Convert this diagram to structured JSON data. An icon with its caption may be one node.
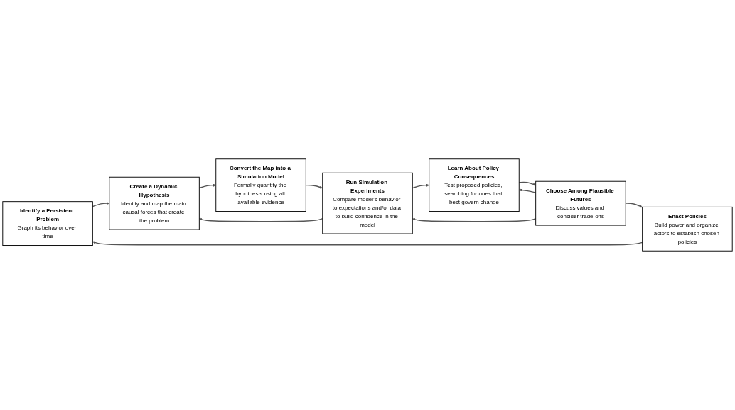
{
  "diagram": {
    "nodes": [
      {
        "text": [
          "Identify a Persistent Problem",
          "Graph its behavior over time"
        ]
      },
      {
        "text": [
          "Convert the Map into a Simulation Model",
          "Formally quantify the hypothesis using all available evidence"
        ]
      },
      {
        "text": [
          "Learn About Policy Consequences",
          "Test proposed policies, searching for ones that best govern change"
        ]
      },
      {
        "text": [
          "Create a Dynamic Hypothesis",
          "Identify and map the main causal forces that create the problem"
        ]
      },
      {
        "text": [
          "Choose Among Plausible Futures",
          "Discuss values and consider trade-offs"
        ]
      },
      {
        "text": [
          "Run Simulation Experiments",
          "Compare model’s behavior to expectations and/or data to build confidence in the model"
        ]
      },
      {
        "text": [
          "Enact Policies",
          "Build power and organize actors to establish chosen policies"
        ]
      }
    ],
    "edges": [
      {
        "from": 0,
        "to": 3,
        "arrow": "to"
      },
      {
        "from": 3,
        "to": 1,
        "arrow": "to"
      },
      {
        "from": 1,
        "to": 5,
        "arrow": "to"
      },
      {
        "from": 5,
        "to": 3,
        "arrow": "to"
      },
      {
        "from": 5,
        "to": 2,
        "arrow": "to"
      },
      {
        "from": 2,
        "to": 4,
        "arrow": "to"
      },
      {
        "from": 4,
        "to": 2,
        "arrow": "to"
      },
      {
        "from": 4,
        "to": 5,
        "arrow": "to"
      },
      {
        "from": 4,
        "to": 6,
        "arrow": "to"
      },
      {
        "from": 6,
        "to": 0,
        "arrow": "to"
      }
    ]
  }
}
